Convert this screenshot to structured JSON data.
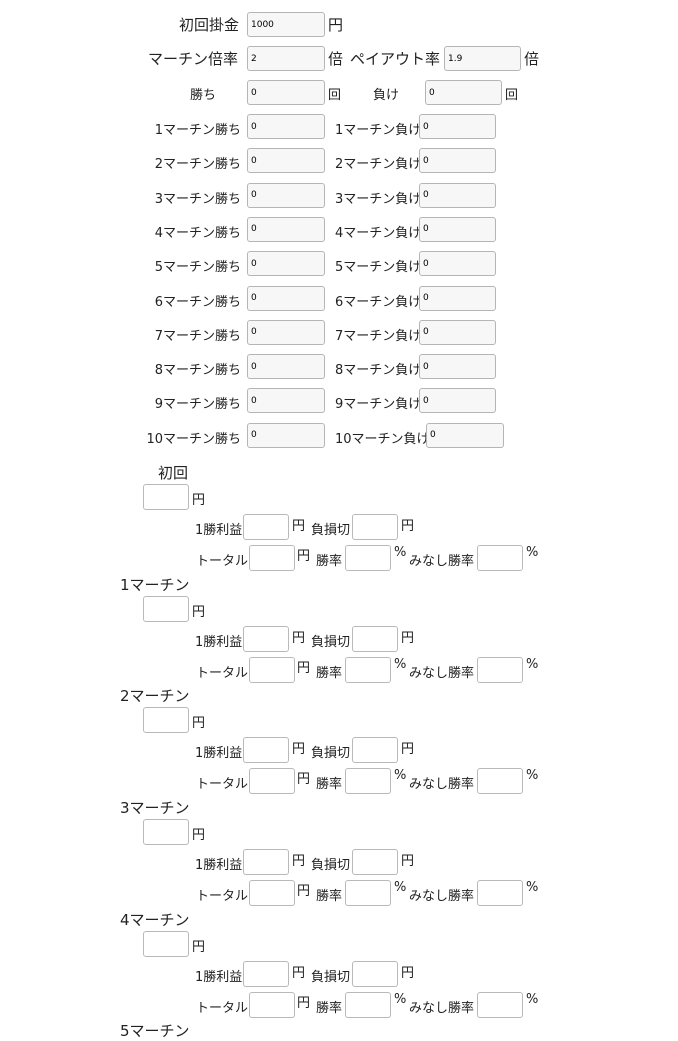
{
  "settings": {
    "initial_bet_label": "初回掛金",
    "initial_bet_value": "1000",
    "yen": "円",
    "martin_rate_label": "マーチン倍率",
    "martin_rate_value": "2",
    "times": "倍",
    "payout_label": "ペイアウト率",
    "payout_value": "1.9",
    "win_label": "勝ち",
    "win_value": "0",
    "loss_label": "負け",
    "loss_value": "0",
    "count_unit": "回"
  },
  "martin_counts": [
    {
      "win_label": "1マーチン勝ち",
      "win_value": "0",
      "loss_label": "1マーチン負け",
      "loss_value": "0"
    },
    {
      "win_label": "2マーチン勝ち",
      "win_value": "0",
      "loss_label": "2マーチン負け",
      "loss_value": "0"
    },
    {
      "win_label": "3マーチン勝ち",
      "win_value": "0",
      "loss_label": "3マーチン負け",
      "loss_value": "0"
    },
    {
      "win_label": "4マーチン勝ち",
      "win_value": "0",
      "loss_label": "4マーチン負け",
      "loss_value": "0"
    },
    {
      "win_label": "5マーチン勝ち",
      "win_value": "0",
      "loss_label": "5マーチン負け",
      "loss_value": "0"
    },
    {
      "win_label": "6マーチン勝ち",
      "win_value": "0",
      "loss_label": "6マーチン負け",
      "loss_value": "0"
    },
    {
      "win_label": "7マーチン勝ち",
      "win_value": "0",
      "loss_label": "7マーチン負け",
      "loss_value": "0"
    },
    {
      "win_label": "8マーチン勝ち",
      "win_value": "0",
      "loss_label": "8マーチン負け",
      "loss_value": "0"
    },
    {
      "win_label": "9マーチン勝ち",
      "win_value": "0",
      "loss_label": "9マーチン負け",
      "loss_value": "0"
    },
    {
      "win_label": "10マーチン勝ち",
      "win_value": "0",
      "loss_label": "10マーチン負け",
      "loss_value": "0"
    }
  ],
  "results": {
    "labels": {
      "yen": "円",
      "profit": "1勝利益",
      "stop_loss": "負損切",
      "total": "トータル",
      "win_rate": "勝率",
      "percent": "%",
      "deemed_win_rate": "みなし勝率"
    },
    "sections": [
      {
        "title": "初回"
      },
      {
        "title": "1マーチン"
      },
      {
        "title": "2マーチン"
      },
      {
        "title": "3マーチン"
      },
      {
        "title": "4マーチン"
      }
    ],
    "trailing_title": "5マーチン"
  }
}
